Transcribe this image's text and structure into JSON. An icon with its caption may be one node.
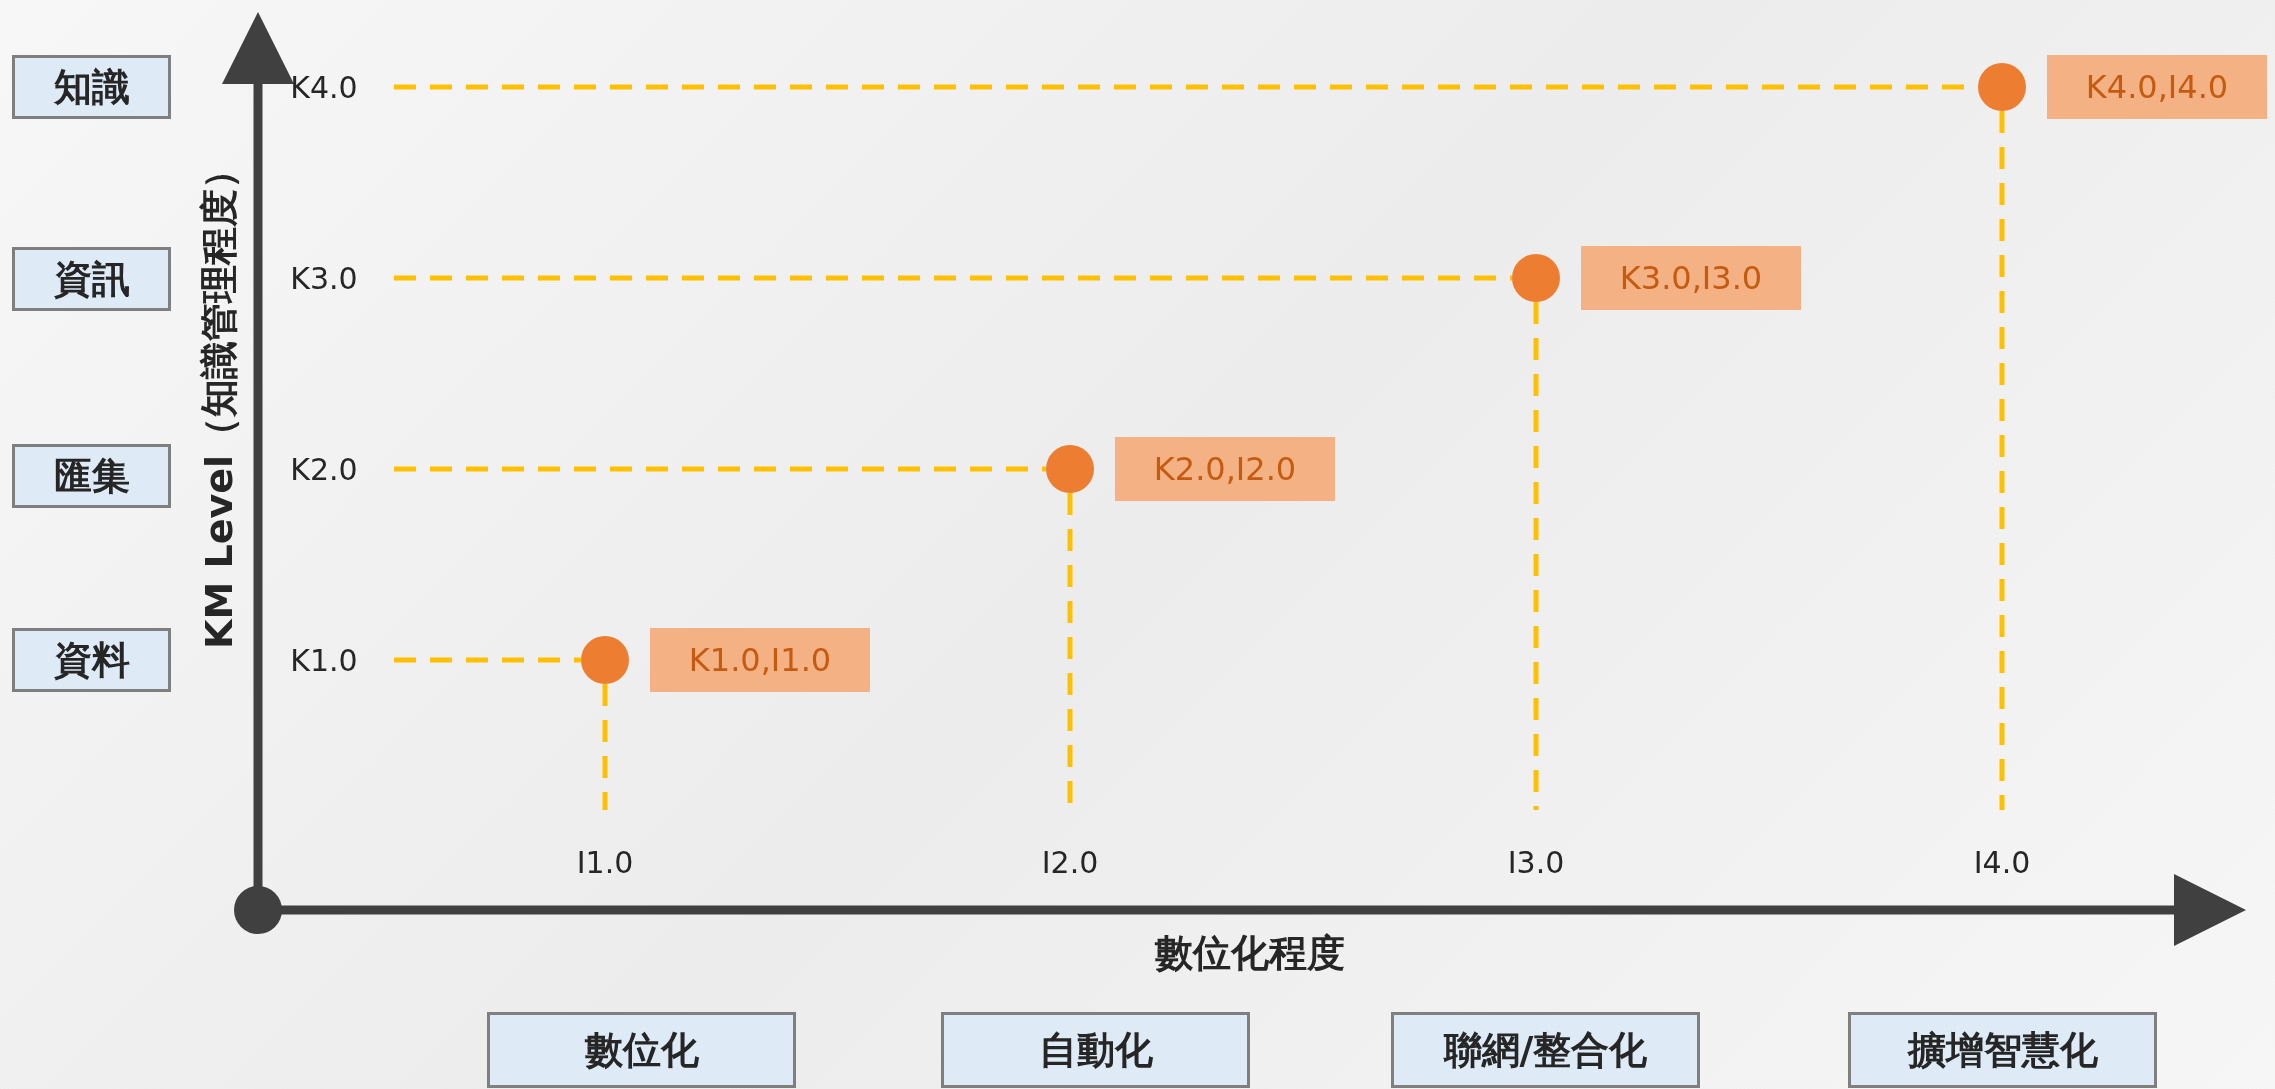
{
  "diagram": {
    "nodes": [
      {
        "text": [
          "知識"
        ]
      },
      {
        "text": [
          "資訊"
        ]
      },
      {
        "text": [
          "匯集"
        ]
      },
      {
        "text": [
          "資料"
        ]
      },
      {
        "text": [
          "數位化"
        ]
      },
      {
        "text": [
          "自動化"
        ]
      },
      {
        "text": [
          "聯網/整合化"
        ]
      },
      {
        "text": [
          "擴增智慧化"
        ]
      },
      {
        "text": [
          "K4.0"
        ]
      },
      {
        "text": [
          "K3.0"
        ]
      },
      {
        "text": [
          "K2.0"
        ]
      },
      {
        "text": [
          "K1.0"
        ]
      },
      {
        "text": [],
        "shape": "circle",
        "beside": [
          "K1.0,I1.0"
        ]
      },
      {
        "text": [],
        "shape": "circle",
        "beside": [
          "K2.0,I2.0"
        ]
      },
      {
        "text": [],
        "shape": "circle",
        "beside": [
          "K3.0,I3.0"
        ]
      },
      {
        "text": [],
        "shape": "circle",
        "beside": [
          "K4.0,I4.0"
        ]
      },
      {
        "text": [
          "I1.0"
        ]
      },
      {
        "text": [
          "I2.0"
        ]
      },
      {
        "text": [
          "I3.0"
        ]
      },
      {
        "text": [
          "I4.0"
        ]
      }
    ],
    "edges": [
      {
        "from": 11,
        "to": 12,
        "arrow": "none",
        "style": "dashed"
      },
      {
        "from": 12,
        "to": 16,
        "arrow": "none",
        "style": "dashed"
      },
      {
        "from": 10,
        "to": 13,
        "arrow": "none",
        "style": "dashed"
      },
      {
        "from": 13,
        "to": 17,
        "arrow": "none",
        "style": "dashed"
      },
      {
        "from": 9,
        "to": 14,
        "arrow": "none",
        "style": "dashed"
      },
      {
        "from": 14,
        "to": 18,
        "arrow": "none",
        "style": "dashed"
      },
      {
        "from": 8,
        "to": 15,
        "arrow": "none",
        "style": "dashed"
      },
      {
        "from": 15,
        "to": 19,
        "arrow": "none",
        "style": "dashed"
      }
    ],
    "labels": [
      "KM Level（知識管理程度）",
      "數位化程度"
    ]
  }
}
